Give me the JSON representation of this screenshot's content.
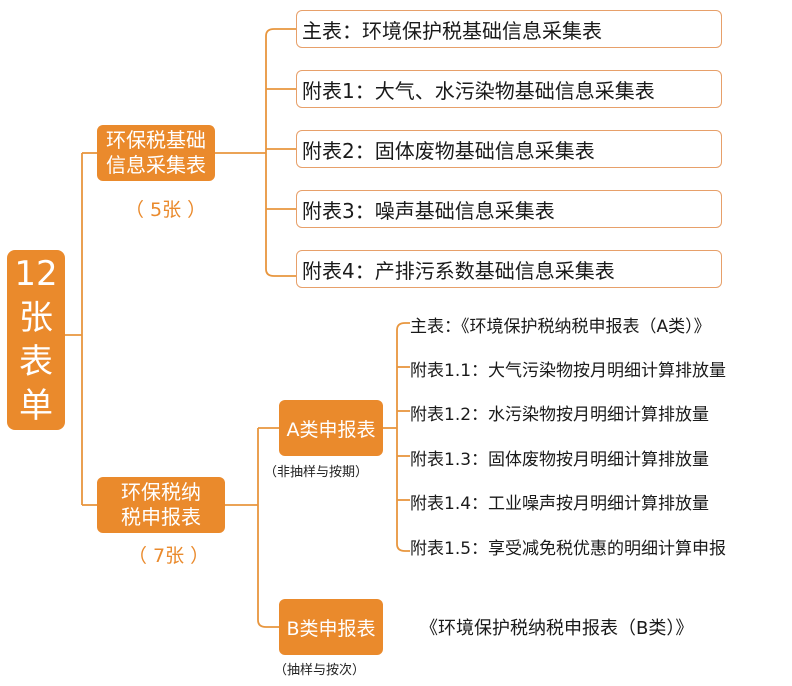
{
  "root": {
    "chars": [
      "12",
      "张",
      "表",
      "单"
    ]
  },
  "info_category": {
    "lines": [
      "环保税基础",
      "信息采集表"
    ],
    "count": "（ 5张 ）",
    "tables": [
      "主表：环境保护税基础信息采集表",
      "附表1：大气、水污染物基础信息采集表",
      "附表2：固体废物基础信息采集表",
      "附表3：噪声基础信息采集表",
      "附表4：产排污系数基础信息采集表"
    ]
  },
  "filing_category": {
    "lines": [
      "环保税纳",
      "税申报表"
    ],
    "count": "（ 7张 ）",
    "type_a": {
      "label": "A类申报表",
      "note": "（非抽样与按期）",
      "tables": [
        "主表：《环境保护税纳税申报表（A类）》",
        "附表1.1：大气污染物按月明细计算排放量",
        "附表1.2：水污染物按月明细计算排放量",
        "附表1.3：固体废物按月明细计算排放量",
        "附表1.4：工业噪声按月明细计算排放量",
        "附表1.5：享受减免税优惠的明细计算申报"
      ]
    },
    "type_b": {
      "label": "B类申报表",
      "note": "（抽样与按次）",
      "table": "《环境保护税纳税申报表（B类）》"
    }
  },
  "colors": {
    "accent": "#ea8a2c",
    "box_border": "#e7a06a",
    "text": "#1a1a1a"
  }
}
